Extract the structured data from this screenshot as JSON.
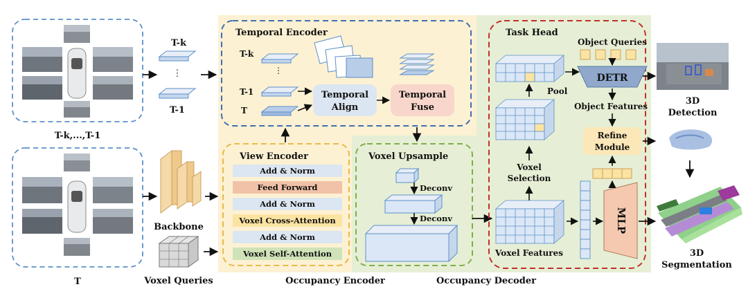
{
  "inputs": {
    "past_frames_caption": "T-k,...,T-1",
    "current_frame_caption": "T"
  },
  "feature_stack": {
    "top_label": "T-k",
    "ellipsis": "⋮",
    "bottom_label": "T-1"
  },
  "backbone_label": "Backbone",
  "voxel_queries_label": "Voxel Queries",
  "temporal_encoder": {
    "title": "Temporal Encoder",
    "label_tk": "T-k",
    "ellipsis": "⋮",
    "label_t1": "T-1",
    "label_t": "T",
    "align_line1": "Temporal",
    "align_line2": "Align",
    "fuse_line1": "Temporal",
    "fuse_line2": "Fuse"
  },
  "view_encoder": {
    "title": "View Encoder",
    "layers": [
      "Add & Norm",
      "Feed Forward",
      "Add & Norm",
      "Voxel Cross-Attention",
      "Add & Norm",
      "Voxel Self-Attention"
    ]
  },
  "voxel_upsample": {
    "title": "Voxel Upsample",
    "deconv1": "Deconv",
    "deconv2": "Deconv"
  },
  "task_head": {
    "title": "Task Head",
    "object_queries": "Object Queries",
    "detr": "DETR",
    "pool": "Pool",
    "object_features": "Object Features",
    "refine_line1": "Refine",
    "refine_line2": "Module",
    "voxel_selection_line1": "Voxel",
    "voxel_selection_line2": "Selection",
    "voxel_features": "Voxel Features",
    "mlp": "MLP"
  },
  "outputs": {
    "detection_line1": "3D",
    "detection_line2": "Detection",
    "segmentation_line1": "3D",
    "segmentation_line2": "Segmentation"
  },
  "captions": {
    "occupancy_encoder": "Occupancy Encoder",
    "occupancy_decoder": "Occupancy Decoder"
  },
  "colors": {
    "encoder_bg": "#fdf1d3",
    "decoder_bg": "#e6efd5",
    "blue_dash": "#5b8fc9",
    "yellow_dash": "#e8b94a",
    "green_dash": "#7fae4a",
    "red_dash": "#c0302b",
    "add_norm": "#dce6f2",
    "feed_forward": "#f1c2a8",
    "cross_attention": "#fbe3a2",
    "self_attention": "#cfe2b8",
    "temporal_align": "#dce6f2",
    "temporal_fuse": "#f8d6cc",
    "detr": "#8fa8cc",
    "refine": "#fbe7b8",
    "mlp": "#f4c9b0",
    "voxel_cell": "#dbe7f6",
    "highlight_cell": "#fbe3a2",
    "backbone": "#f5d9a8"
  }
}
